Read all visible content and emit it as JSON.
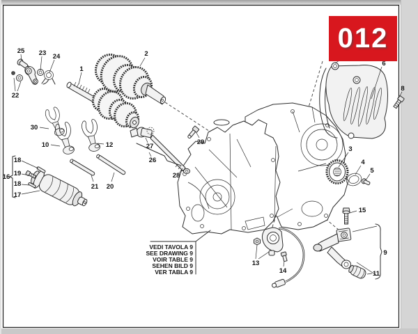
{
  "page": {
    "badge": {
      "code": "012",
      "bg_color": "#d8171e",
      "text_color": "#ffffff"
    },
    "frame_color": "#1a1a1a",
    "paper_color": "#ffffff",
    "line_color": "#2b2b2b"
  },
  "note_box": {
    "lines": [
      "VEDI TAVOLA 9",
      "SEE DRAWING 9",
      "VOIR TABLE 9",
      "SEHEN BILD 9",
      "VER TABLA 9"
    ]
  },
  "callouts": [
    {
      "label": "1"
    },
    {
      "label": "2"
    },
    {
      "label": "3"
    },
    {
      "label": "4"
    },
    {
      "label": "5"
    },
    {
      "label": "6"
    },
    {
      "label": "8"
    },
    {
      "label": "9"
    },
    {
      "label": "10"
    },
    {
      "label": "11"
    },
    {
      "label": "12"
    },
    {
      "label": "13"
    },
    {
      "label": "14"
    },
    {
      "label": "15"
    },
    {
      "label": "16"
    },
    {
      "label": "17"
    },
    {
      "label": "18"
    },
    {
      "label": "18"
    },
    {
      "label": "19"
    },
    {
      "label": "20"
    },
    {
      "label": "21"
    },
    {
      "label": "22"
    },
    {
      "label": "23"
    },
    {
      "label": "24"
    },
    {
      "label": "25"
    },
    {
      "label": "26"
    },
    {
      "label": "27"
    },
    {
      "label": "28"
    },
    {
      "label": "29"
    },
    {
      "label": "30"
    }
  ]
}
